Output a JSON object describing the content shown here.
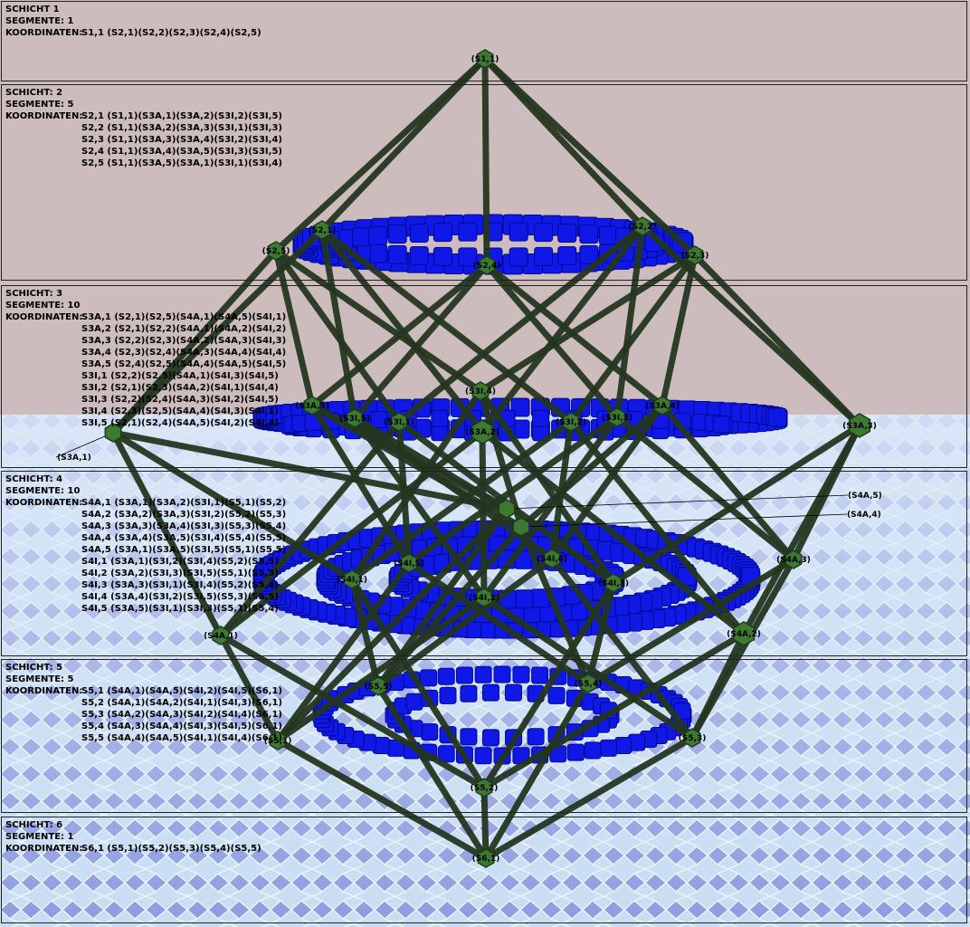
{
  "layers": [
    {
      "title": "SCHICHT 1",
      "segments": "SEGMENTE: 1",
      "coord_label": "KOORDINATEN:",
      "coords": [
        "S1,1 (S2,1)(S2,2)(S2,3)(S2,4)(S2,5)"
      ]
    },
    {
      "title": "SCHICHT: 2",
      "segments": "SEGMENTE: 5",
      "coord_label": "KOORDINATEN:",
      "coords": [
        "S2,1 (S1,1)(S3A,1)(S3A,2)(S3I,2)(S3I,5)",
        "S2,2 (S1,1)(S3A,2)(S3A,3)(S3I,1)(S3I,3)",
        "S2,3 (S1,1)(S3A,3)(S3A,4)(S3I,2)(S3I,4)",
        "S2,4 (S1,1)(S3A,4)(S3A,5)(S3I,3)(S3I,5)",
        "S2,5 (S1,1)(S3A,5)(S3A,1)(S3I,1)(S3I,4)"
      ]
    },
    {
      "title": "SCHICHT: 3",
      "segments": "SEGMENTE: 10",
      "coord_label": "KOORDINATEN:",
      "coords": [
        "S3A,1 (S2,1)(S2,5)(S4A,1)(S4A,5)(S4I,1)",
        "S3A,2 (S2,1)(S2,2)(S4A,1)(S4A,2)(S4I,2)",
        "S3A,3 (S2,2)(S2,3)(S4A,2)(S4A,3)(S4I,3)",
        "S3A,4 (S2,3)(S2,4)(S4A,3)(S4A,4)(S4I,4)",
        "S3A,5 (S2,4)(S2,5)(S4A,4)(S4A,5)(S4I,5)",
        "S3I,1 (S2,2)(S2,5)(S4A,1)(S4I,3)(S4I,5)",
        "S3I,2 (S2,1)(S2,3)(S4A,2)(S4I,1)(S4I,4)",
        "S3I,3 (S2,2)(S2,4)(S4A,3)(S4I,2)(S4I,5)",
        "S3I,4 (S2,3)(S2,5)(S4A,4)(S4I,3)(S4I,1)",
        "S3I,5 (S2,1)(S2,4)(S4A,5)(S4I,2)(S4I,4)"
      ]
    },
    {
      "title": "SCHICHT: 4",
      "segments": "SEGMENTE: 10",
      "coord_label": "KOORDINATEN:",
      "coords": [
        "S4A,1 (S3A,1)(S3A,2)(S3I,1)(S5,1)(S5,2)",
        "S4A,2 (S3A,2)(S3A,3)(S3I,2)(S5,2)(S5,3)",
        "S4A,3 (S3A,3)(S3A,4)(S3I,3)(S5,3)(S5,4)",
        "S4A,4 (S3A,4)(S3A,5)(S3I,4)(S5,4)(S5,5)",
        "S4A,5 (S3A,1)(S3A,5)(S3I,5)(S5,1)(S5,5)",
        "S4I,1 (S3A,1)(S3I,2)(S3I,4)(S5,2)(S5,5)",
        "S4I,2 (S3A,2)(S3I,3)(S3I,5)(S5,1)(S5,3)",
        "S4I,3 (S3A,3)(S3I,1)(S3I,4)(S5,2)(S5,4)",
        "S4I,4 (S3A,4)(S3I,2)(S3I,5)(S5,3)(S5,5)",
        "S4I,5 (S3A,5)(S3I,1)(S3I,3)(S5,1)(S5,4)"
      ]
    },
    {
      "title": "SCHICHT: 5",
      "segments": "SEGMENTE: 5",
      "coord_label": "KOORDINATEN:",
      "coords": [
        "S5,1 (S4A,1)(S4A,5)(S4I,2)(S4I,5)(S6,1)",
        "S5,2 (S4A,1)(S4A,2)(S4I,1)(S4I,3)(S6,1)",
        "S5,3 (S4A,2)(S4A,3)(S4I,2)(S4I,4)(S6,1)",
        "S5,4 (S4A,3)(S4A,4)(S4I,3)(S4I,5)(S6,1)",
        "S5,5 (S4A,4)(S4A,5)(S4I,1)(S4I,4)(S6,1)"
      ]
    },
    {
      "title": "SCHICHT: 6",
      "segments": "SEGMENTE: 1",
      "coord_label": "KOORDINATEN:",
      "coords": [
        "S6,1 (S5,1)(S5,2)(S5,3)(S5,4)(S5,5)"
      ]
    }
  ],
  "nodes": {
    "S1,1": "(S1,1)",
    "S2,1": "(S2,1)",
    "S2,2": "(S2,2)",
    "S2,3": "(S2,3)",
    "S2,4": "(S2,4)",
    "S2,5": "(S2,5)",
    "S3A,1": "(S3A,1)",
    "S3A,2": "(S3A,2)",
    "S3A,3": "(S3A,3)",
    "S3A,4": "(S3A,4)",
    "S3A,5": "(S3A,5)",
    "S3I,1": "(S3I,1)",
    "S3I,2": "(S3I,2)",
    "S3I,3": "(S3I,3)",
    "S3I,4": "(S3I,4)",
    "S3I,5": "(S3I,5)",
    "S4A,1": "(S4A,1)",
    "S4A,2": "(S4A,2)",
    "S4A,3": "(S4A,3)",
    "S4A,4": "(S4A,4)",
    "S4A,5": "(S4A,5)",
    "S4I,1": "(S4I,1)",
    "S4I,2": "(S4I,2)",
    "S4I,3": "(S4I,3)",
    "S4I,4": "(S4I,4)",
    "S4I,5": "(S4I,5)",
    "S5,1": "(S5,1)",
    "S5,2": "(S5,2)",
    "S5,3": "(S5,3)",
    "S5,4": "(S5,4)",
    "S5,5": "(S5,5)",
    "S6,1": "(S6,1)"
  },
  "colors": {
    "sky": "#cdbcbe",
    "floor": "#b8d4f0",
    "tile": "#7f8fd8",
    "edge": "#24361f",
    "node": "#3c7a32",
    "cube": "#1018e8"
  }
}
